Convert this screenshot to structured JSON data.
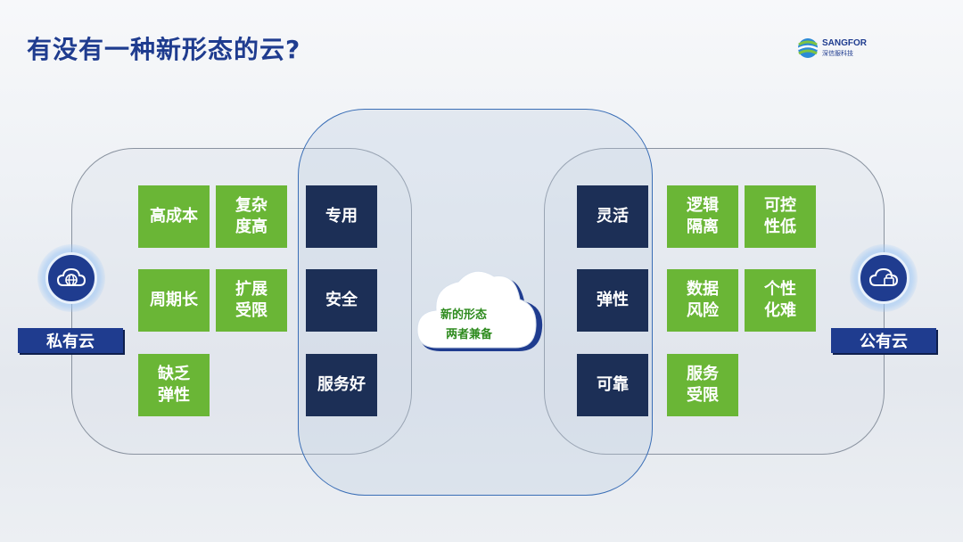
{
  "title": "有没有一种新形态的云?",
  "brand": {
    "name": "SANGFOR",
    "subname": "深信服科技"
  },
  "private_cloud": {
    "label": "私有云",
    "icon": "globe-cloud-icon",
    "cons": [
      {
        "id": "high-cost",
        "text": "高成本"
      },
      {
        "id": "complex",
        "text": "复杂\n度高"
      },
      {
        "id": "long-cycle",
        "text": "周期长"
      },
      {
        "id": "limited-scaling",
        "text": "扩展\n受限"
      },
      {
        "id": "lack-elasticity",
        "text": "缺乏\n弹性"
      }
    ],
    "pros": [
      {
        "id": "dedicated",
        "text": "专用"
      },
      {
        "id": "secure",
        "text": "安全"
      },
      {
        "id": "good-service",
        "text": "服务好"
      }
    ]
  },
  "public_cloud": {
    "label": "公有云",
    "icon": "lock-cloud-icon",
    "pros": [
      {
        "id": "flexible",
        "text": "灵活"
      },
      {
        "id": "elastic",
        "text": "弹性"
      },
      {
        "id": "reliable",
        "text": "可靠"
      }
    ],
    "cons": [
      {
        "id": "logical-isolation",
        "text": "逻辑\n隔离"
      },
      {
        "id": "low-control",
        "text": "可控\n性低"
      },
      {
        "id": "data-risk",
        "text": "数据\n风险"
      },
      {
        "id": "hard-customize",
        "text": "个性\n化难"
      },
      {
        "id": "limited-service",
        "text": "服务\n受限"
      }
    ]
  },
  "center": {
    "line1": "新的形态",
    "line2": "两者兼备"
  },
  "colors": {
    "brand_blue": "#1f3c8f",
    "con_green": "#6ab636",
    "pro_navy": "#1c2f56",
    "cloud_blue": "#1f3c8f",
    "cloud_text_green": "#2e8b1e"
  }
}
